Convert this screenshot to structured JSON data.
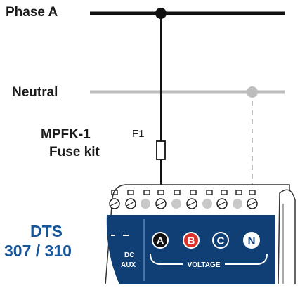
{
  "labels": {
    "phase_a": "Phase A",
    "neutral": "Neutral",
    "fuse_kit_line1": "MPFK-1",
    "fuse_kit_line2": "Fuse kit",
    "fuse_id": "F1",
    "device_line1": "DTS",
    "device_line2": "307 / 310",
    "aux_line1": "DC",
    "aux_line2": "AUX",
    "voltage_group": "VOLTAGE"
  },
  "terminals": [
    {
      "key": "A",
      "label": "A",
      "color": "#111111"
    },
    {
      "key": "B",
      "label": "B",
      "color": "#d9312b"
    },
    {
      "key": "C",
      "label": "C",
      "color": "#0f3f75"
    },
    {
      "key": "N",
      "label": "N",
      "color": "#ffffff"
    }
  ],
  "colors": {
    "phase_line": "#111111",
    "neutral_line": "#bfbfbf",
    "device_blue": "#0f3f75",
    "label_blue": "#16559a"
  }
}
